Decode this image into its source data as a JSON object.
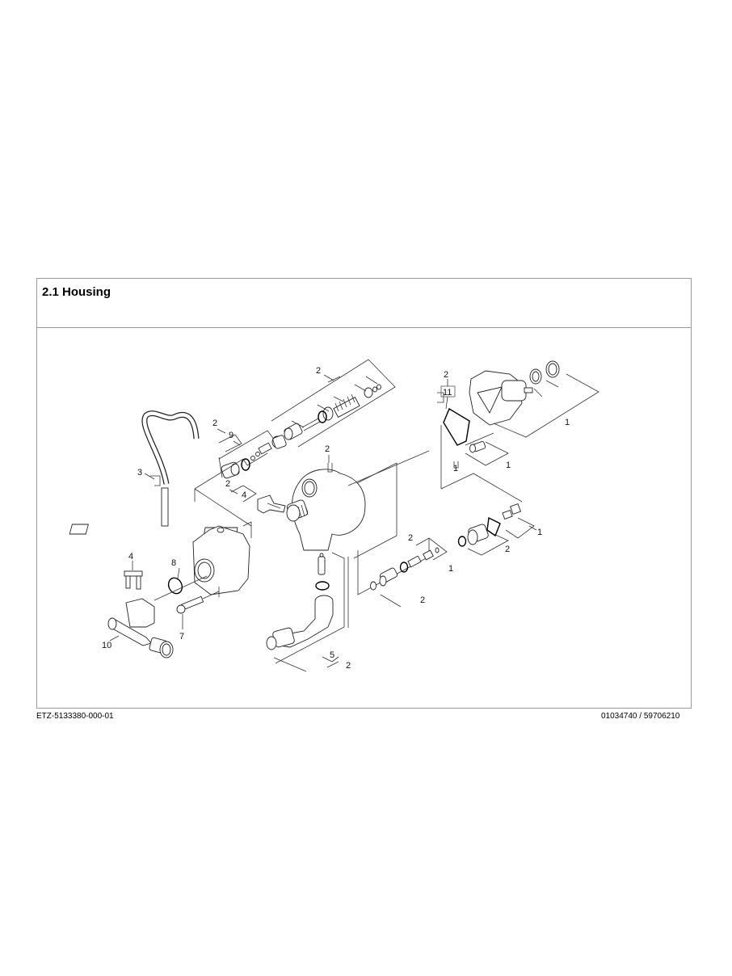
{
  "section": {
    "title": "2.1 Housing"
  },
  "footer": {
    "document_id": "ETZ-5133380-000-01",
    "part_numbers": "01034740 / 59706210"
  },
  "callouts": {
    "c_2_top": "2",
    "c_2_valveset": "2",
    "c_9": "9",
    "c_3": "3",
    "c_2_clip": "2",
    "c_4_clip": "4",
    "c_2_housing": "2",
    "c_2_seal": "2",
    "c_11": "11",
    "c_1_seal": "1",
    "c_1_head": "1",
    "c_1_small": "1",
    "c_1_right": "1",
    "c_2_right": "2",
    "c_2_mid": "2",
    "c_1_mid": "1",
    "c_2_mid_low": "2",
    "c_4_left": "4",
    "c_8": "8",
    "c_7": "7",
    "c_10": "10",
    "c_5": "5",
    "c_2_bottom": "2"
  }
}
